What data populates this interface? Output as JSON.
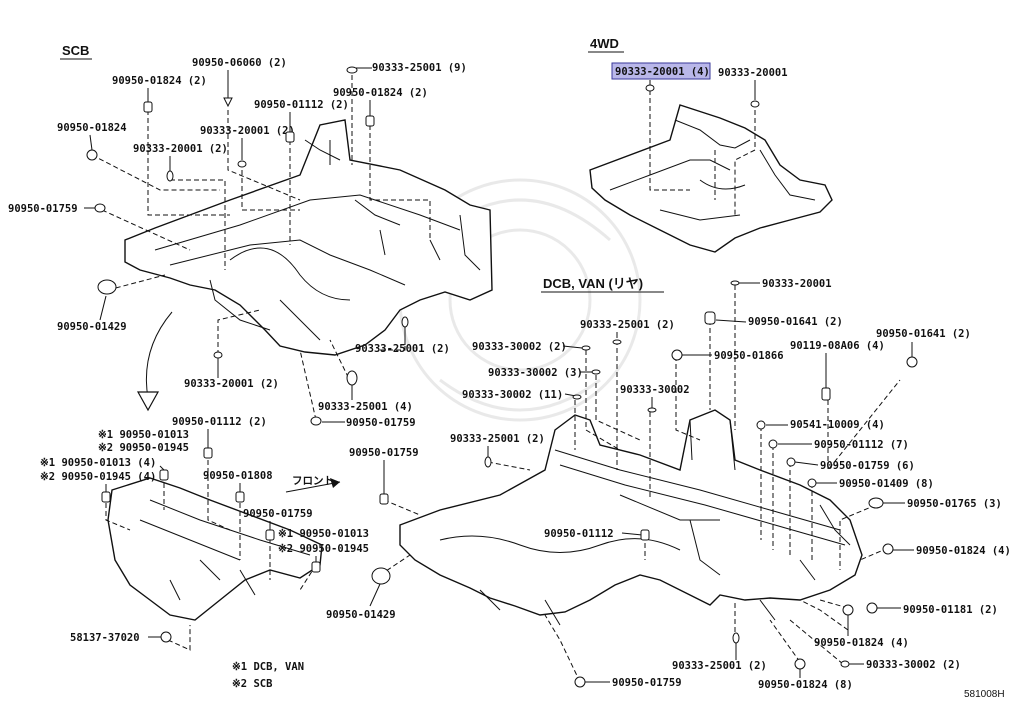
{
  "sections": {
    "scb": "SCB",
    "wd4": "4WD",
    "dcb_van": "DCB, VAN (リヤ)",
    "front": "フロント"
  },
  "highlight": "90333-20001 (4)",
  "labels": [
    "90950-06060 (2)",
    "90333-25001 (9)",
    "90950-01824 (2)",
    "90950-01112 (2)",
    "90950-01824 (2)",
    "90950-01824",
    "90333-20001 (2)",
    "90333-20001 (2)",
    "90950-01759",
    "90950-01429",
    "90333-25001 (2)",
    "90333-20001 (2)",
    "90333-25001 (4)",
    "90950-01759",
    "90333-20001",
    "90333-20001",
    "90950-01641 (2)",
    "90950-01641 (2)",
    "90333-25001 (2)",
    "90119-08A06 (4)",
    "90333-30002 (2)",
    "90950-01866",
    "90333-30002 (3)",
    "90333-30002",
    "90333-30002 (11)",
    "90541-10009 (4)",
    "90950-01112 (7)",
    "90333-25001 (2)",
    "90950-01759 (6)",
    "90950-01759",
    "90950-01409 (8)",
    "90950-01765 (3)",
    "90950-01112",
    "90950-01824 (4)",
    "90950-01429",
    "90950-01181 (2)",
    "90950-01824 (4)",
    "90333-25001 (2)",
    "90333-30002 (2)",
    "90950-01759",
    "90950-01824 (8)",
    "90950-01112 (2)",
    "※1 90950-01013",
    "※2 90950-01945",
    "※1 90950-01013 (4)",
    "※2 90950-01945 (4)",
    "90950-01808",
    "90950-01759",
    "※1 90950-01013",
    "※2 90950-01945",
    "58137-37020"
  ],
  "legend": [
    "※1 DCB, VAN",
    "※2 SCB"
  ],
  "figure_code": "581008H"
}
